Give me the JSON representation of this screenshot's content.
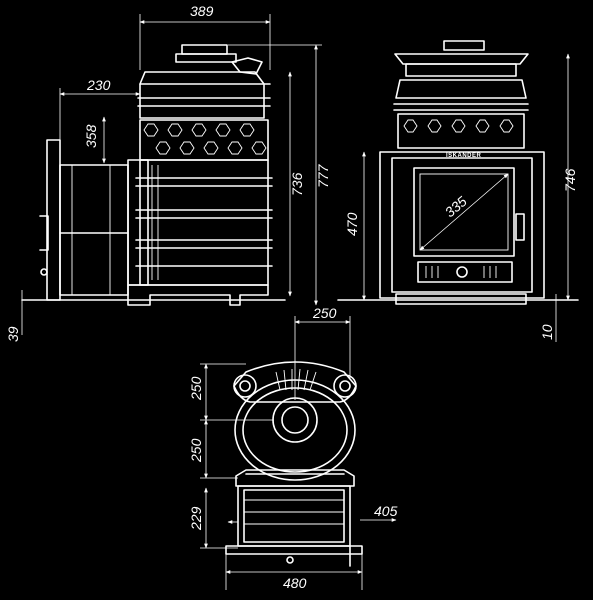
{
  "drawing": {
    "brand_label": "ISKANDER",
    "dimensions": {
      "side_overall_width": "389",
      "side_door_offset": "230",
      "side_door_height": "358",
      "side_body_height": "736",
      "side_total_height": "777",
      "side_base_offset": "39",
      "front_total_height": "746",
      "front_door_height": "470",
      "front_glass_diagonal": "335",
      "front_base_offset": "10",
      "top_flue_offset": "250",
      "top_segment_a": "250",
      "top_segment_b": "250",
      "top_segment_c": "229",
      "top_door_width": "405",
      "top_overall_width": "480"
    }
  }
}
